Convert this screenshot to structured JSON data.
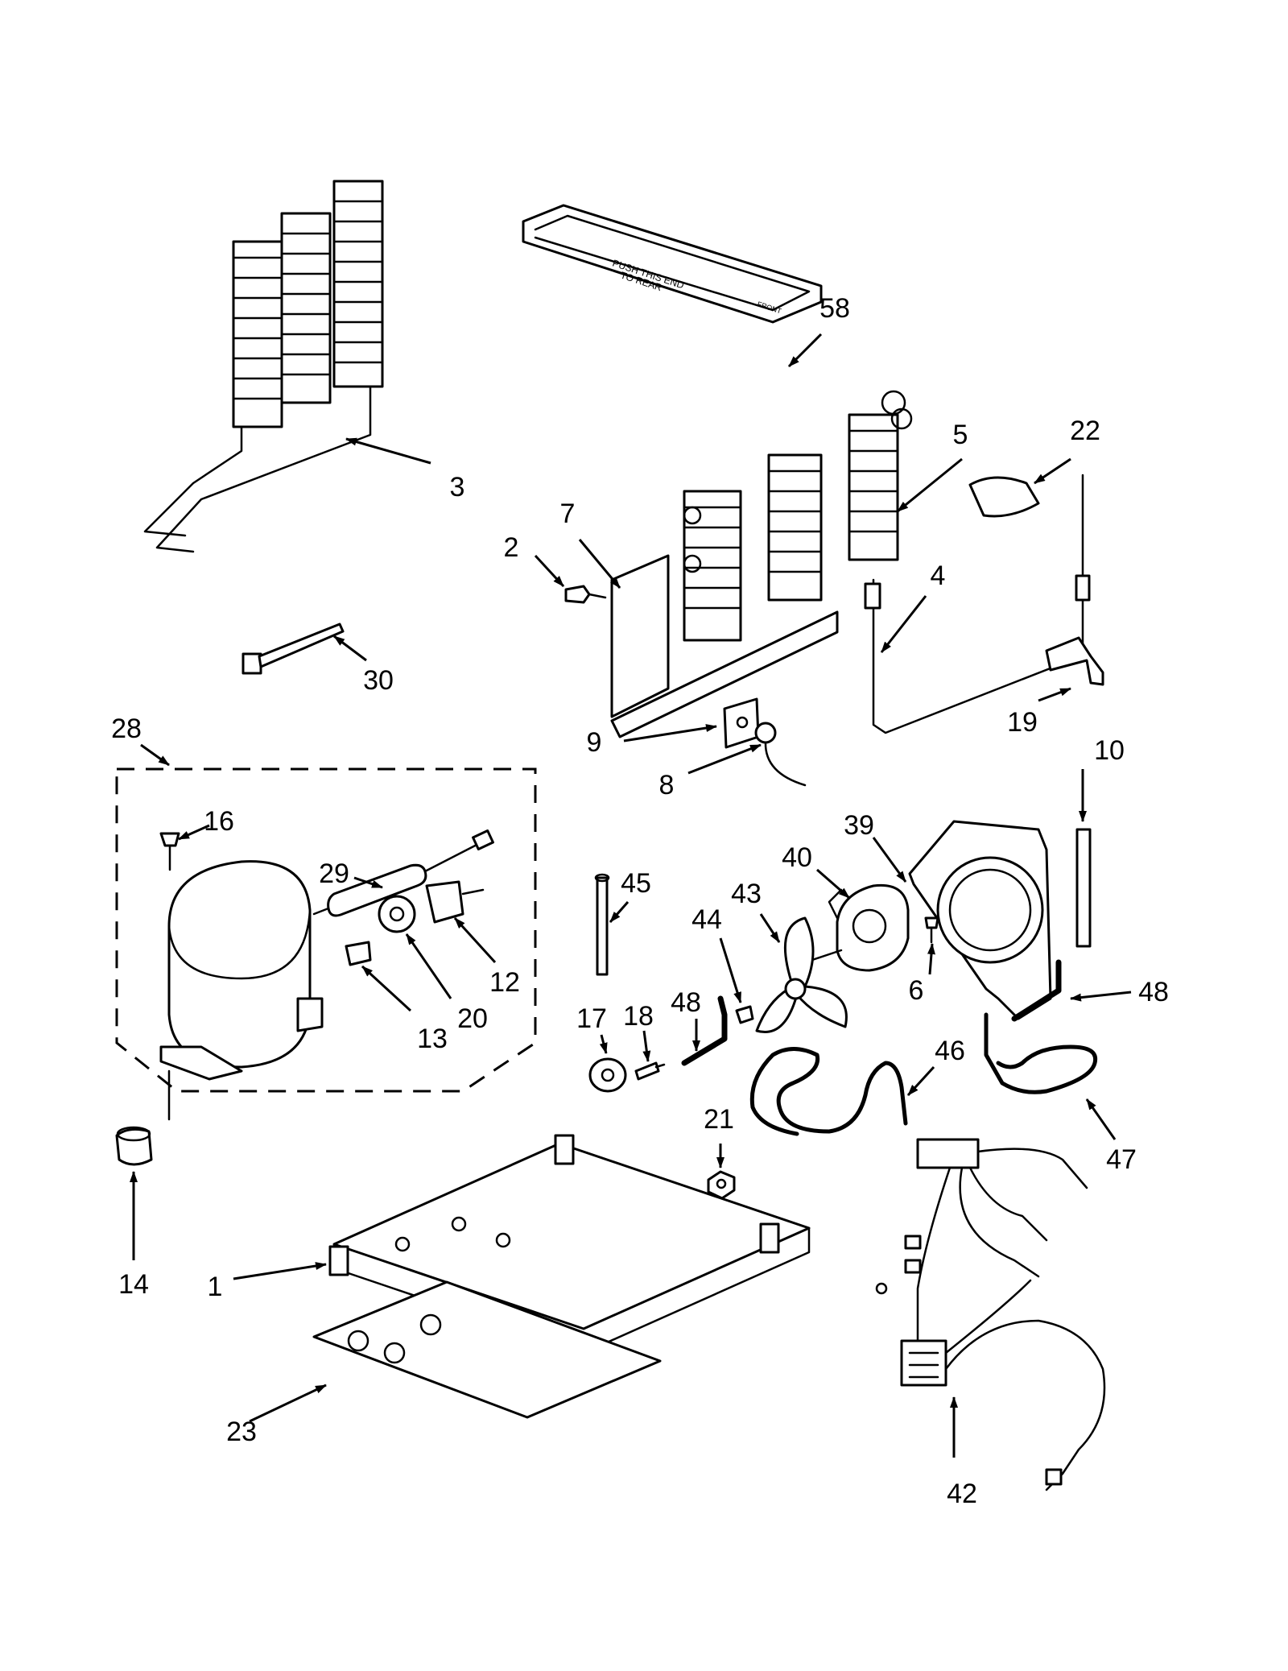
{
  "diagram": {
    "callouts": [
      {
        "id": "c58",
        "label": "58"
      },
      {
        "id": "c3",
        "label": "3"
      },
      {
        "id": "c5",
        "label": "5"
      },
      {
        "id": "c22",
        "label": "22"
      },
      {
        "id": "c7",
        "label": "7"
      },
      {
        "id": "c2",
        "label": "2"
      },
      {
        "id": "c4",
        "label": "4"
      },
      {
        "id": "c30",
        "label": "30"
      },
      {
        "id": "c9",
        "label": "9"
      },
      {
        "id": "c19",
        "label": "19"
      },
      {
        "id": "c28",
        "label": "28"
      },
      {
        "id": "c10",
        "label": "10"
      },
      {
        "id": "c8",
        "label": "8"
      },
      {
        "id": "c39",
        "label": "39"
      },
      {
        "id": "c16",
        "label": "16"
      },
      {
        "id": "c29",
        "label": "29"
      },
      {
        "id": "c40",
        "label": "40"
      },
      {
        "id": "c45",
        "label": "45"
      },
      {
        "id": "c43",
        "label": "43"
      },
      {
        "id": "c44",
        "label": "44"
      },
      {
        "id": "c12",
        "label": "12"
      },
      {
        "id": "c6",
        "label": "6"
      },
      {
        "id": "c48a",
        "label": "48"
      },
      {
        "id": "c48b",
        "label": "48"
      },
      {
        "id": "c17",
        "label": "17"
      },
      {
        "id": "c18",
        "label": "18"
      },
      {
        "id": "c20",
        "label": "20"
      },
      {
        "id": "c13",
        "label": "13"
      },
      {
        "id": "c46",
        "label": "46"
      },
      {
        "id": "c21",
        "label": "21"
      },
      {
        "id": "c47",
        "label": "47"
      },
      {
        "id": "c14",
        "label": "14"
      },
      {
        "id": "c1",
        "label": "1"
      },
      {
        "id": "c23",
        "label": "23"
      },
      {
        "id": "c42",
        "label": "42"
      }
    ],
    "drain_pan_text": [
      "PUSH THIS END",
      "TO REAR",
      "FRONT"
    ]
  }
}
